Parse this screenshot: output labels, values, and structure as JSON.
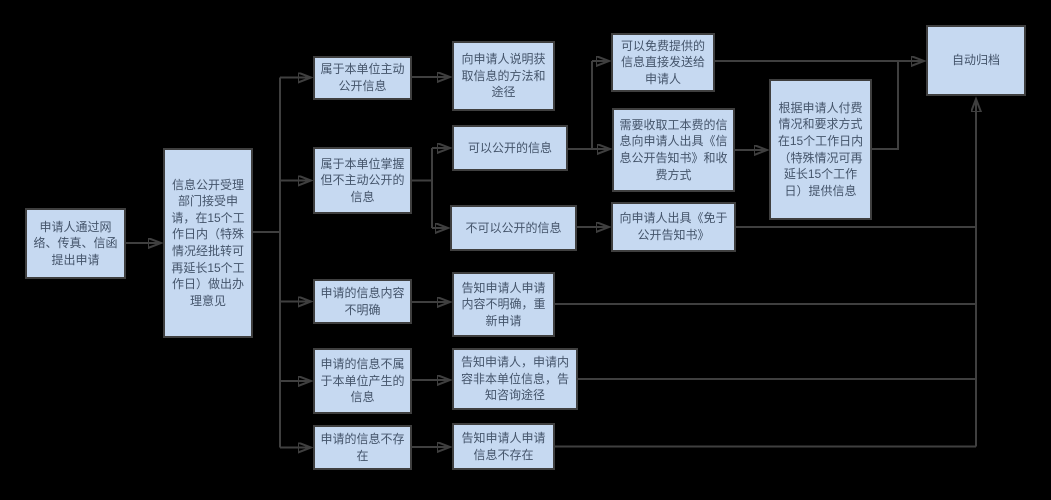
{
  "flowchart": {
    "title": "",
    "colors": {
      "background": "#000000",
      "node_fill": "#C6D9F1",
      "node_border": "#3F3F3F",
      "node_text": "#44546A",
      "connector": "#3F3F3F"
    },
    "nodes": {
      "apply": "申请人通过网络、传真、信函提出申请",
      "accept": "信息公开受理部门接受申请，在15个工作日内（特殊情况经批转可再延长15个工作日）做出办理意见",
      "proactive": "属于本单位主动公开信息",
      "held_not_proactive": "属于本单位掌握但不主动公开的信息",
      "content_unclear": "申请的信息内容不明确",
      "not_unit_produced": "申请的信息不属于本单位产生的信息",
      "not_exist": "申请的信息不存在",
      "explain_method": "向申请人说明获取信息的方法和途径",
      "can_disclose": "可以公开的信息",
      "cannot_disclose": "不可以公开的信息",
      "notify_unclear": "告知申请人申请内容不明确，重新申请",
      "notify_not_unit": "告知申请人，申请内容非本单位信息，告知咨询途径",
      "notify_not_exist": "告知申请人申请信息不存在",
      "free_send": "可以免费提供的信息直接发送给申请人",
      "fee_notice": "需要收取工本费的信息向申请人出具《信息公开告知书》和收费方式",
      "exempt_notice": "向申请人出具《免于公开告知书》",
      "provide_info": "根据申请人付费情况和要求方式在15个工作日内（特殊情况可再延长15个工作日）提供信息",
      "archive": "自动归档"
    },
    "edges": [
      {
        "from": "apply",
        "to": "accept"
      },
      {
        "from": "accept",
        "to": "proactive"
      },
      {
        "from": "accept",
        "to": "held_not_proactive"
      },
      {
        "from": "accept",
        "to": "content_unclear"
      },
      {
        "from": "accept",
        "to": "not_unit_produced"
      },
      {
        "from": "accept",
        "to": "not_exist"
      },
      {
        "from": "proactive",
        "to": "explain_method"
      },
      {
        "from": "held_not_proactive",
        "to": "can_disclose"
      },
      {
        "from": "held_not_proactive",
        "to": "cannot_disclose"
      },
      {
        "from": "can_disclose",
        "to": "free_send"
      },
      {
        "from": "can_disclose",
        "to": "fee_notice"
      },
      {
        "from": "cannot_disclose",
        "to": "exempt_notice"
      },
      {
        "from": "fee_notice",
        "to": "provide_info"
      },
      {
        "from": "free_send",
        "to": "archive"
      },
      {
        "from": "provide_info",
        "to": "archive"
      },
      {
        "from": "exempt_notice",
        "to": "archive"
      },
      {
        "from": "content_unclear",
        "to": "notify_unclear"
      },
      {
        "from": "notify_unclear",
        "to": "archive"
      },
      {
        "from": "not_unit_produced",
        "to": "notify_not_unit"
      },
      {
        "from": "notify_not_unit",
        "to": "archive"
      },
      {
        "from": "not_exist",
        "to": "notify_not_exist"
      },
      {
        "from": "notify_not_exist",
        "to": "archive"
      }
    ]
  }
}
